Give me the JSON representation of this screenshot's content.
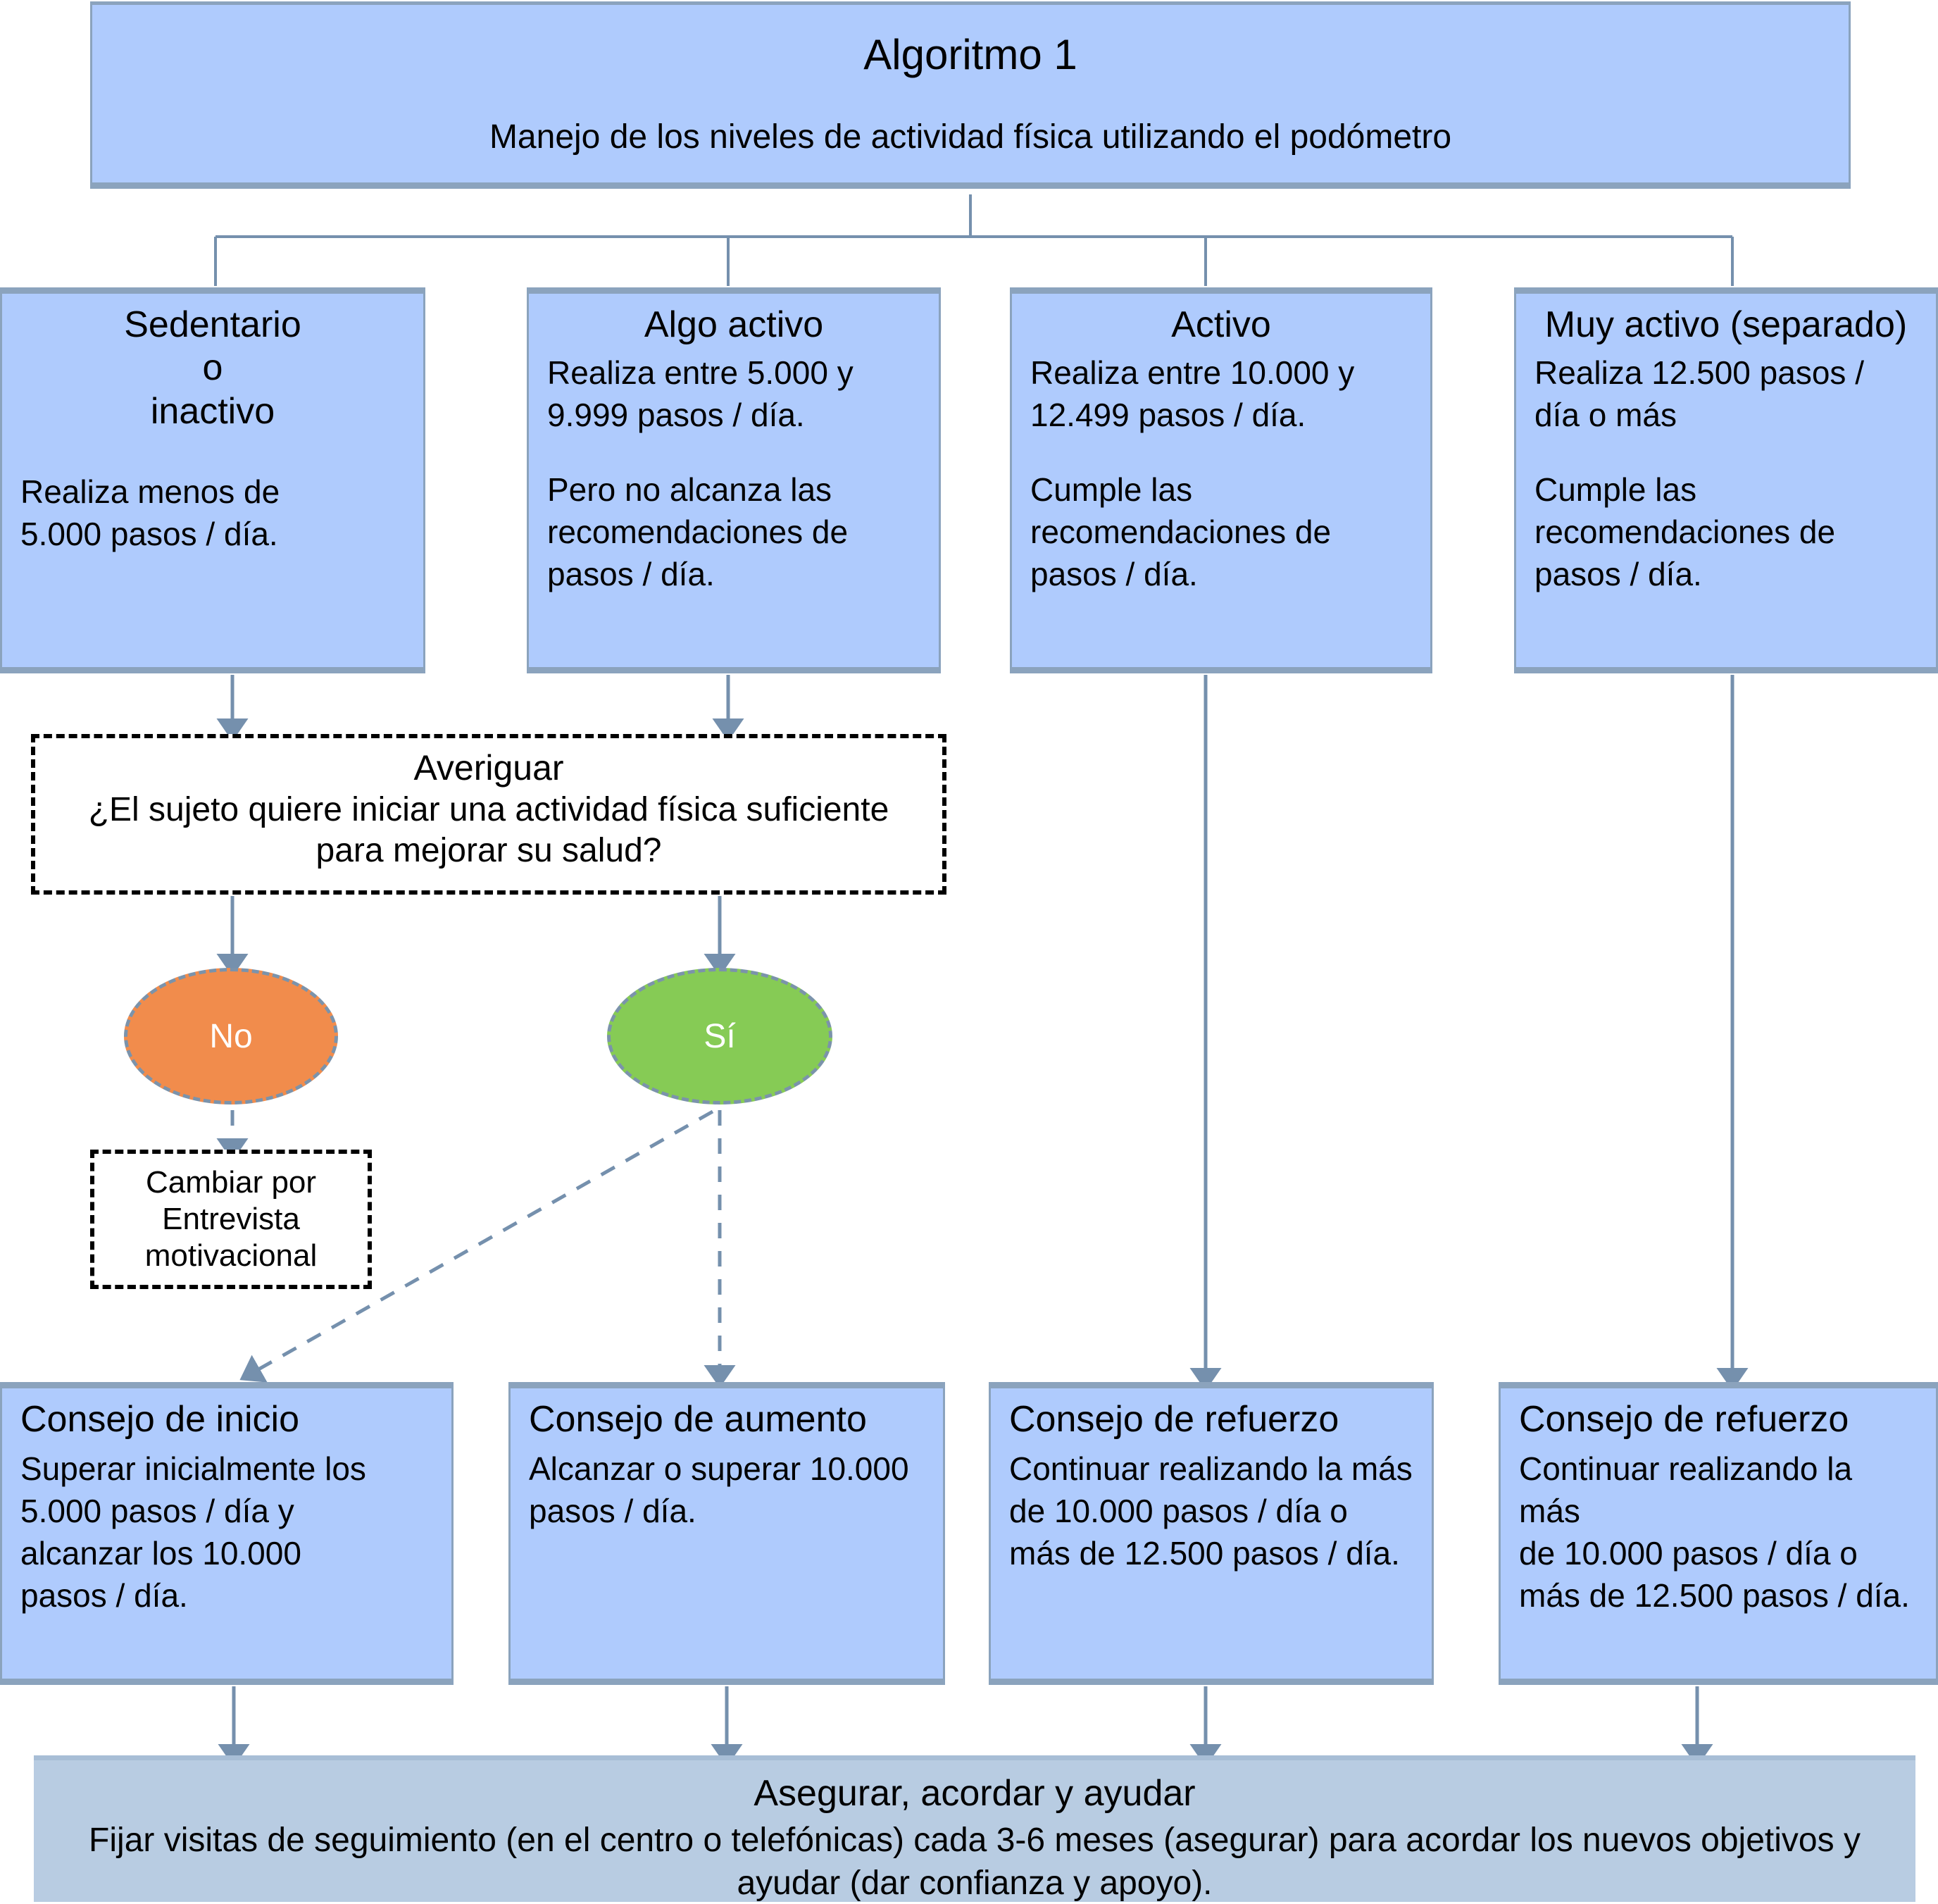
{
  "diagram": {
    "header": {
      "title": "Algoritmo 1",
      "subtitle": "Manejo de los niveles de actividad física utilizando el podómetro"
    },
    "levels": [
      {
        "name": "sedentario",
        "title": "Sedentario\no\ninactivo",
        "body": "Realiza menos de\n5.000 pasos / día."
      },
      {
        "name": "algo-activo",
        "title": "Algo activo",
        "body": "Realiza entre 5.000 y\n9.999 pasos / día.",
        "body2": "Pero no alcanza las\nrecomendaciones de\npasos / día."
      },
      {
        "name": "activo",
        "title": "Activo",
        "body": "Realiza entre 10.000 y\n12.499 pasos / día.",
        "body2": "Cumple las\nrecomendaciones de\npasos / día."
      },
      {
        "name": "muy-activo",
        "title": "Muy activo (separado)",
        "body": "Realiza 12.500 pasos /\ndía o más",
        "body2": "Cumple las\nrecomendaciones de\npasos / día."
      }
    ],
    "decision": {
      "title": "Averiguar",
      "question": "¿El sujeto quiere iniciar una actividad física suficiente\npara mejorar su salud?"
    },
    "answers": {
      "no_label": "No",
      "yes_label": "Sí"
    },
    "motivational": {
      "text": "Cambiar por\nEntrevista\nmotivacional"
    },
    "advice": [
      {
        "name": "consejo-inicio",
        "title": "Consejo de inicio",
        "body": "Superar inicialmente los\n5.000 pasos / día  y\nalcanzar los 10.000\npasos / día."
      },
      {
        "name": "consejo-aumento",
        "title": "Consejo de aumento",
        "body": "Alcanzar o superar 10.000\npasos / día."
      },
      {
        "name": "consejo-refuerzo-activo",
        "title": "Consejo de refuerzo",
        "body": "Continuar realizando la más\nde 10.000 pasos / día o\nmás de 12.500 pasos / día."
      },
      {
        "name": "consejo-refuerzo-muy-activo",
        "title": "Consejo de refuerzo",
        "body": "Continuar realizando la más\nde 10.000 pasos / día o\nmás de 12.500 pasos / día."
      }
    ],
    "footer": {
      "title": "Asegurar, acordar y ayudar",
      "text": "Fijar visitas de seguimiento (en el centro o telefónicas) cada 3-6 meses (asegurar) para acordar los nuevos\nobjetivos y ayudar (dar confianza y apoyo)."
    },
    "colors": {
      "box_fill": "#afcbfd",
      "box_border": "#8ba3bd",
      "footer_fill": "#b8cce2",
      "connector": "#7590ad",
      "no_fill": "#f18c4c",
      "yes_fill": "#86cb55",
      "dashed_border": "#000000"
    }
  }
}
